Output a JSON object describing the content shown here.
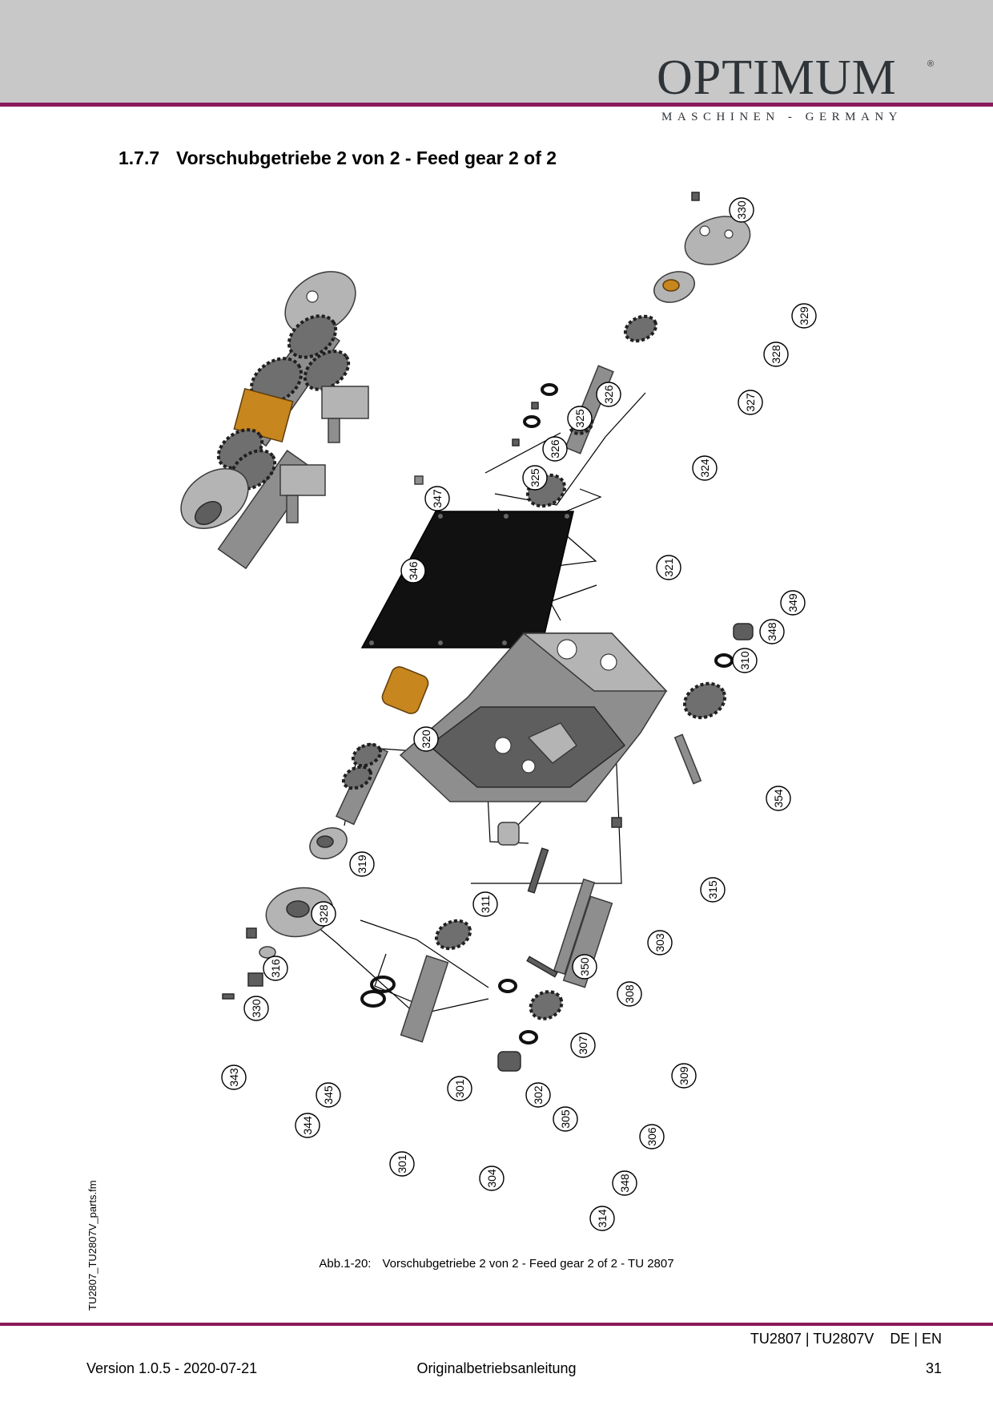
{
  "header": {
    "brand": "OPTIMUM",
    "brand_mark": "®",
    "brand_subtitle": "MASCHINEN - GERMANY"
  },
  "section": {
    "number": "1.7.7",
    "title": "Vorschubgetriebe 2 von 2 - Feed gear 2 of 2"
  },
  "figure": {
    "label": "Abb.1-20:",
    "title": "Vorschubgetriebe 2 von 2 - Feed gear 2 of 2 - TU 2807",
    "part_labels": [
      "330",
      "329",
      "328",
      "327",
      "326",
      "325",
      "326",
      "325",
      "324",
      "347",
      "346",
      "321",
      "349",
      "348",
      "310",
      "320",
      "354",
      "319",
      "311",
      "315",
      "328",
      "303",
      "316",
      "350",
      "308",
      "330",
      "307",
      "343",
      "345",
      "344",
      "301",
      "302",
      "309",
      "305",
      "306",
      "301",
      "304",
      "348",
      "314"
    ]
  },
  "side_note": "TU2807_TU2807V_parts.fm",
  "footer": {
    "model": "TU2807 | TU2807V",
    "languages": "DE | EN",
    "version": "Version 1.0.5 - 2020-07-21",
    "document_type": "Originalbetriebsanleitung",
    "page_number": "31"
  },
  "colors": {
    "accent": "#8a1a5a",
    "header_band": "#c8c8c8"
  }
}
